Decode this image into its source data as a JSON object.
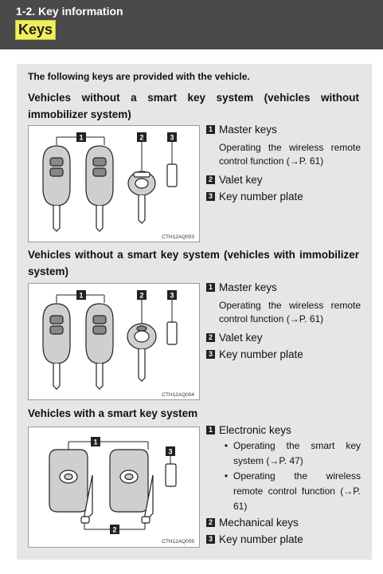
{
  "header": {
    "section_title": "1-2. Key information",
    "tab_label": "Keys"
  },
  "intro": "The following keys are provided with the vehicle.",
  "sections": [
    {
      "heading": "Vehicles without a smart key system (vehicles without immobilizer system)",
      "figure_code": "CTH12AQ003",
      "callouts": [
        "1",
        "2",
        "3"
      ],
      "items": [
        {
          "num": "1",
          "label": "Master keys",
          "desc": "Operating the wireless remote control function (→P. 61)"
        },
        {
          "num": "2",
          "label": "Valet key"
        },
        {
          "num": "3",
          "label": "Key number plate"
        }
      ]
    },
    {
      "heading": "Vehicles without a smart key system (vehicles with immobilizer system)",
      "figure_code": "CTH12AQ004",
      "callouts": [
        "1",
        "2",
        "3"
      ],
      "items": [
        {
          "num": "1",
          "label": "Master keys",
          "desc": "Operating the wireless remote control function (→P. 61)"
        },
        {
          "num": "2",
          "label": "Valet key"
        },
        {
          "num": "3",
          "label": "Key number plate"
        }
      ]
    },
    {
      "heading": "Vehicles with a smart key system",
      "figure_code": "CTH12AQ005",
      "callouts": [
        "1",
        "2",
        "3"
      ],
      "items": [
        {
          "num": "1",
          "label": "Electronic keys",
          "bullets": [
            "Operating the smart key system (→P. 47)",
            "Operating the wireless remote control function (→P. 61)"
          ]
        },
        {
          "num": "2",
          "label": "Mechanical keys"
        },
        {
          "num": "3",
          "label": "Key number plate"
        }
      ]
    }
  ]
}
